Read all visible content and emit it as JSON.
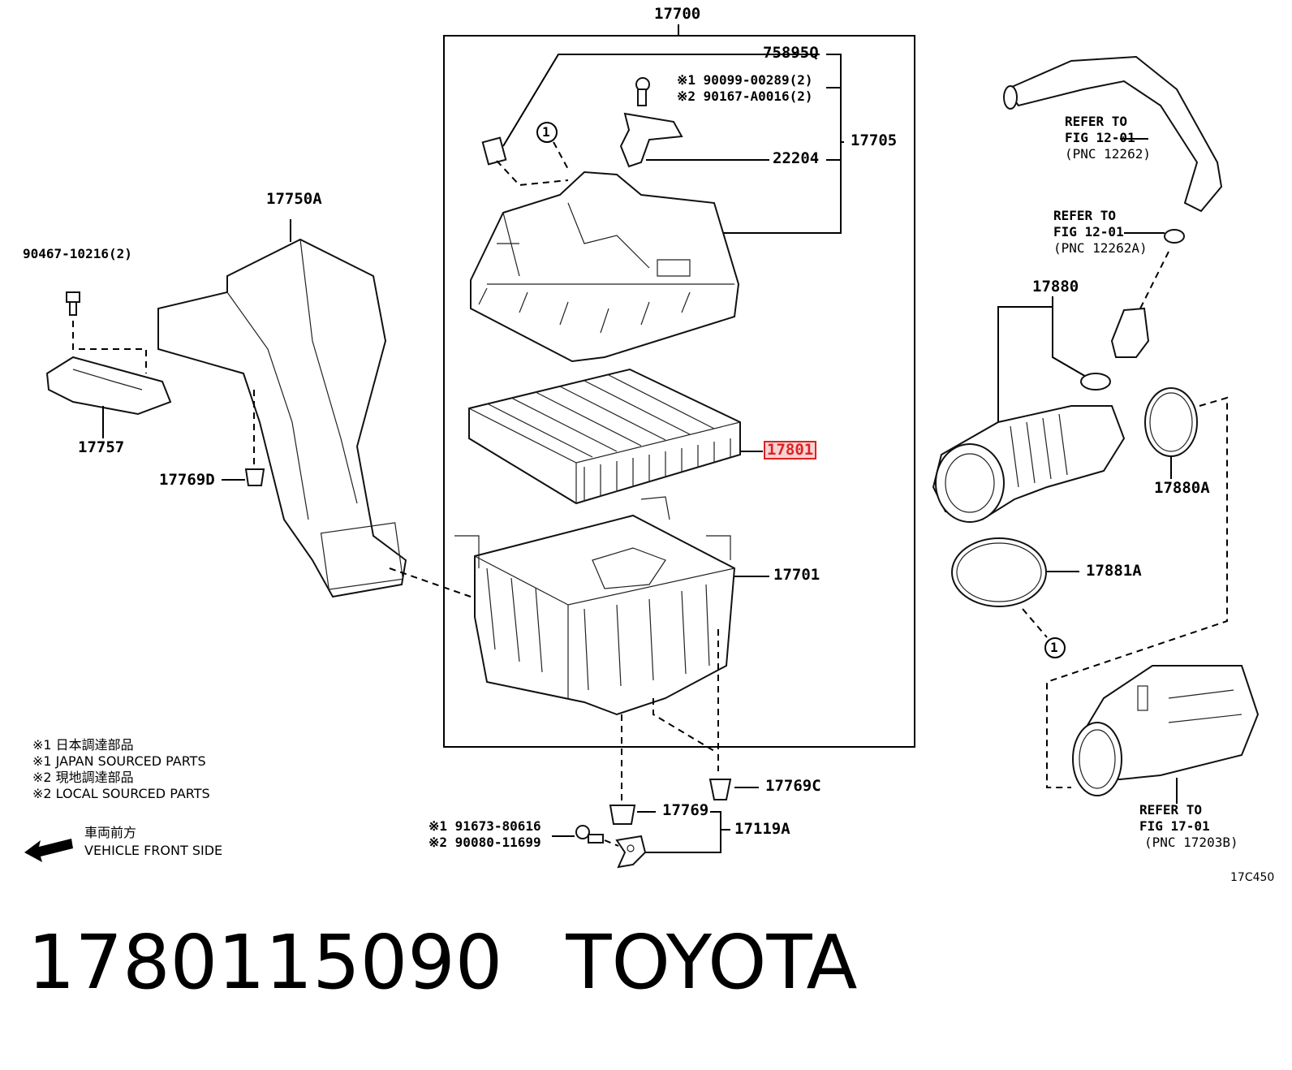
{
  "diagram": {
    "code": "17C450",
    "labels": {
      "assy": "17700",
      "cap_assy": "17705",
      "clip": "75895Q",
      "bolt_1": "※1  90099-00289(2)",
      "bolt_2": "※2  90167-A0016(2)",
      "meter": "22204",
      "element": "17801",
      "case": "17701",
      "grommet_c": "17769C",
      "grommet": "17769",
      "bracket_assy": "17119A",
      "screw_1": "※1  91673-80616",
      "screw_2": "※2  90080-11699",
      "duct": "17750A",
      "bolt_duct": "90467-10216(2)",
      "plate": "17757",
      "grommet_d": "17769D",
      "hose": "17880",
      "clamp": "17880A",
      "clamp_b": "17881A",
      "circle_mark": "1"
    },
    "refers": [
      {
        "title": "REFER TO",
        "fig": "FIG 12-01",
        "pnc": "(PNC 12262)"
      },
      {
        "title": "REFER TO",
        "fig": "FIG 12-01",
        "pnc": "(PNC 12262A)"
      },
      {
        "title": "REFER TO",
        "fig": "FIG 17-01",
        "pnc": "(PNC 17203B)"
      }
    ],
    "legend": [
      "※1  日本調達部品",
      "※1  JAPAN SOURCED PARTS",
      "※2  現地調達部品",
      "※2  LOCAL SOURCED PARTS"
    ],
    "front": {
      "jp": "車両前方",
      "en": "VEHICLE FRONT SIDE"
    }
  },
  "footer": {
    "part_number": "1780115090",
    "brand": "TOYOTA"
  }
}
